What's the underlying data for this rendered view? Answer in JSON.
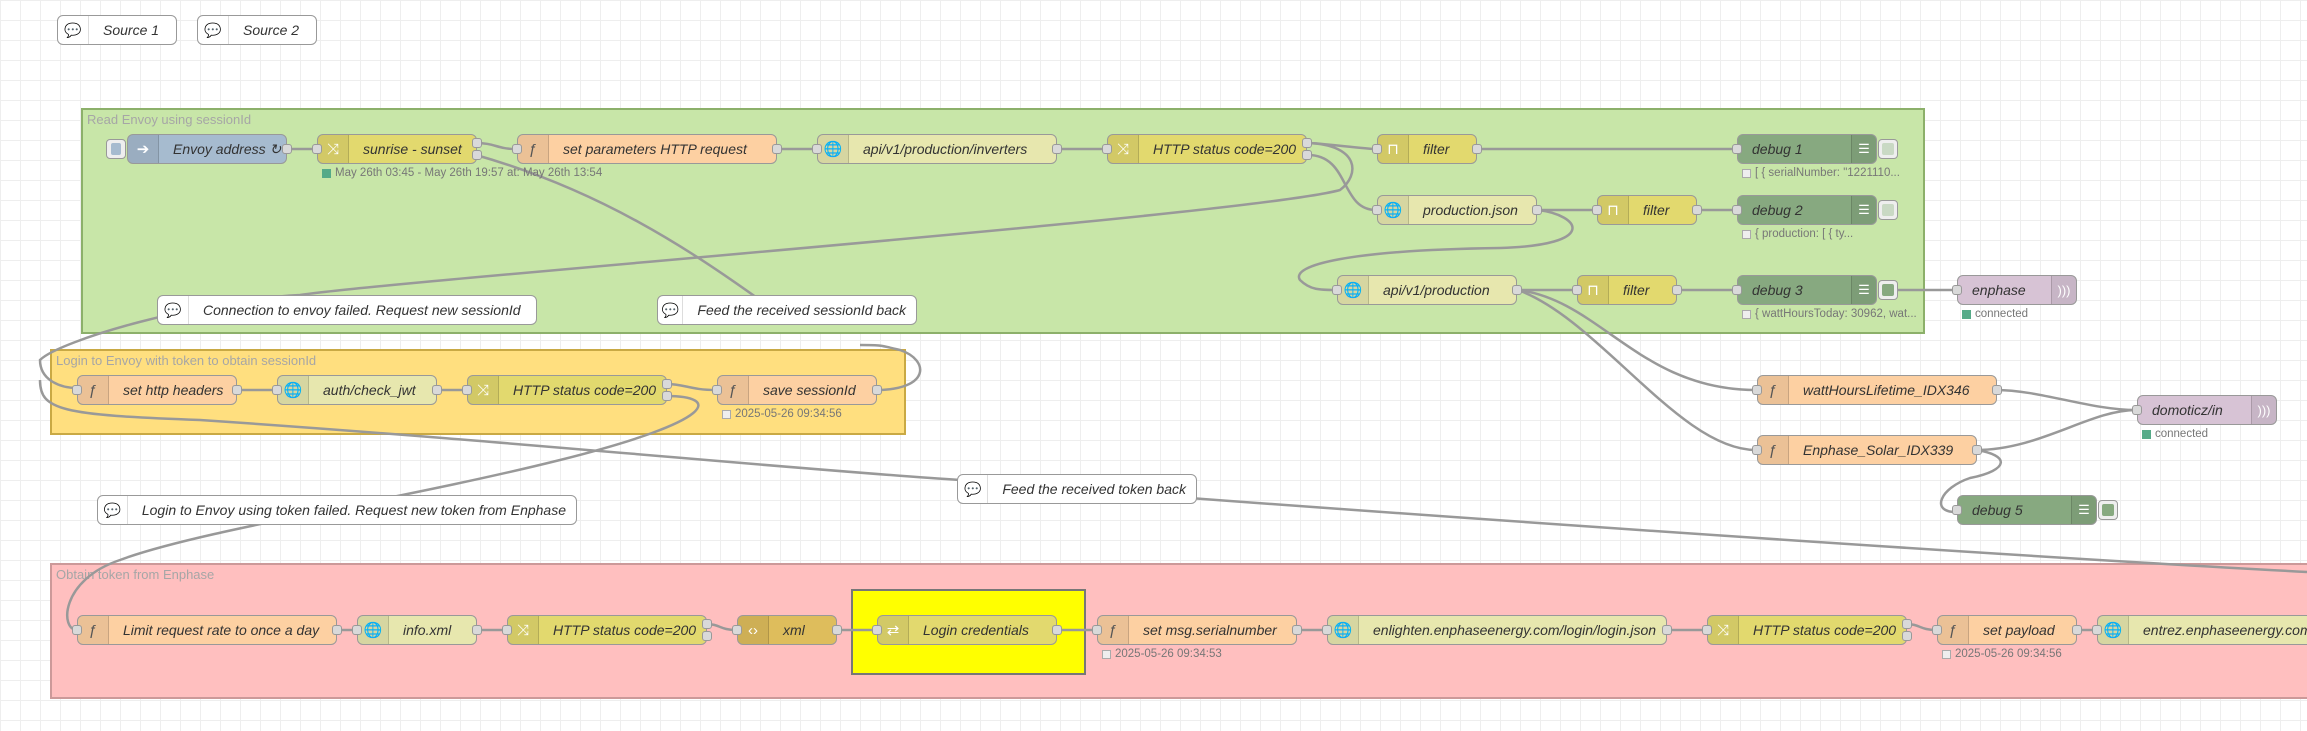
{
  "colors": {
    "group_read": "#c8e6a8",
    "group_login": "#ffdf7f",
    "group_token": "#ffbfbf",
    "group_highlight": "#ffff00"
  },
  "groups": [
    {
      "id": "read",
      "label": "Read Envoy using sessionId"
    },
    {
      "id": "login",
      "label": "Login to Envoy with token to obtain sessionId"
    },
    {
      "id": "token",
      "label": "Obtain token from Enphase"
    },
    {
      "id": "creds",
      "label": ""
    }
  ],
  "comments": {
    "source1": "Source 1",
    "source2": "Source 2",
    "envoy_failed": "Connection to envoy failed. Request new sessionId",
    "feed_session": "Feed the received sessionId back",
    "login_failed": "Login to Envoy using token failed. Request new token from Enphase",
    "feed_token": "Feed the received token back"
  },
  "nodes": {
    "envoy_address": {
      "label": "Envoy address ↻",
      "icon": "inject-icon"
    },
    "sunrise": {
      "label": "sunrise - sunset",
      "icon": "switch-icon",
      "status": "May 26th 03:45 - May 26th 19:57 at: May 26th 13:54"
    },
    "set_params": {
      "label": "set parameters HTTP request",
      "icon": "function-icon"
    },
    "api_inverters": {
      "label": "api/v1/production/inverters",
      "icon": "globe-icon"
    },
    "http_status_1": {
      "label": "HTTP status code=200",
      "icon": "switch-icon"
    },
    "filter_1": {
      "label": "filter",
      "icon": "filter-icon"
    },
    "debug_1": {
      "label": "debug 1",
      "status": "[ { serialNumber: \"1221110..."
    },
    "production_json": {
      "label": "production.json",
      "icon": "globe-icon"
    },
    "filter_2": {
      "label": "filter",
      "icon": "filter-icon"
    },
    "debug_2": {
      "label": "debug 2",
      "status": "{ production: [ { ty..."
    },
    "api_production": {
      "label": "api/v1/production",
      "icon": "globe-icon"
    },
    "filter_3": {
      "label": "filter",
      "icon": "filter-icon"
    },
    "debug_3": {
      "label": "debug 3",
      "status": "{ wattHoursToday: 30962, wat..."
    },
    "enphase": {
      "label": "enphase",
      "status": "connected"
    },
    "set_headers": {
      "label": "set http headers",
      "icon": "function-icon"
    },
    "check_jwt": {
      "label": "auth/check_jwt",
      "icon": "globe-icon"
    },
    "http_status_2": {
      "label": "HTTP status code=200",
      "icon": "switch-icon"
    },
    "save_session": {
      "label": "save sessionId",
      "icon": "function-icon",
      "status": "2025-05-26 09:34:56"
    },
    "watthours": {
      "label": "wattHoursLifetime_IDX346",
      "icon": "function-icon"
    },
    "enphase_solar": {
      "label": "Enphase_Solar_IDX339",
      "icon": "function-icon"
    },
    "domoticz_in": {
      "label": "domoticz/in",
      "status": "connected"
    },
    "debug_5": {
      "label": "debug 5"
    },
    "limit_rate": {
      "label": "Limit request rate to once a day",
      "icon": "function-icon"
    },
    "info_xml": {
      "label": "info.xml",
      "icon": "globe-icon"
    },
    "http_status_3": {
      "label": "HTTP status code=200",
      "icon": "switch-icon"
    },
    "xml": {
      "label": "xml",
      "icon": "xml-icon"
    },
    "login_creds": {
      "label": "Login credentials",
      "icon": "change-icon"
    },
    "set_serial": {
      "label": "set msg.serialnumber",
      "icon": "function-icon",
      "status": "2025-05-26 09:34:53"
    },
    "enlighten": {
      "label": "enlighten.enphaseenergy.com/login/login.json",
      "icon": "globe-icon"
    },
    "http_status_4": {
      "label": "HTTP status code=200",
      "icon": "switch-icon"
    },
    "set_payload": {
      "label": "set payload",
      "icon": "function-icon",
      "status": "2025-05-26 09:34:56"
    },
    "entrez": {
      "label": "entrez.enphaseenergy.com/",
      "icon": "globe-icon"
    }
  },
  "icons": {
    "inject": "➔",
    "switch": "⤨",
    "function": "ƒ",
    "globe": "🌐",
    "filter": "⊓",
    "debug": "☰",
    "xml": "‹›",
    "change": "⇄",
    "comment": "💬",
    "mqtt": ")))"
  }
}
